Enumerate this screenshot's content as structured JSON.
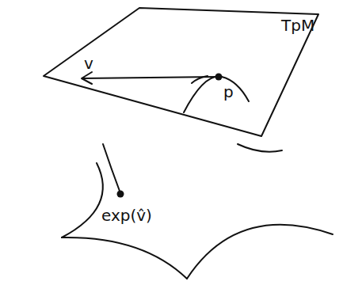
{
  "diagram": {
    "labels": [
      "TpM",
      "v",
      "p",
      "exp(v̂)"
    ]
  }
}
